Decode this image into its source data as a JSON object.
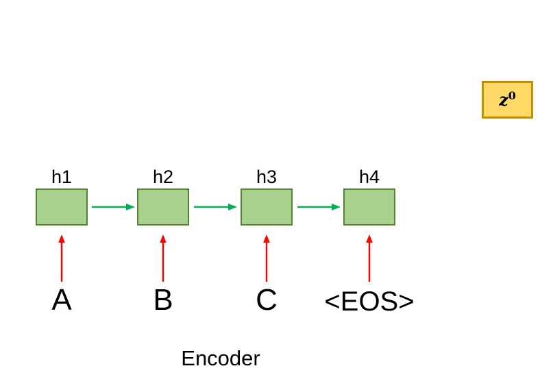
{
  "title": "Encoder",
  "context_box": {
    "label_base": "z",
    "label_sup": "0"
  },
  "encoder": {
    "units": [
      {
        "hidden_label": "h1",
        "input_label": "A"
      },
      {
        "hidden_label": "h2",
        "input_label": "B"
      },
      {
        "hidden_label": "h3",
        "input_label": "C"
      },
      {
        "hidden_label": "h4",
        "input_label": "<EOS>"
      }
    ]
  },
  "colors": {
    "box-fill": "#A9D18E",
    "box-border": "#538135",
    "green-arrow": "#00B050",
    "red-arrow": "#FF0000",
    "context-fill": "#FFD966",
    "context-border": "#BF9000"
  }
}
